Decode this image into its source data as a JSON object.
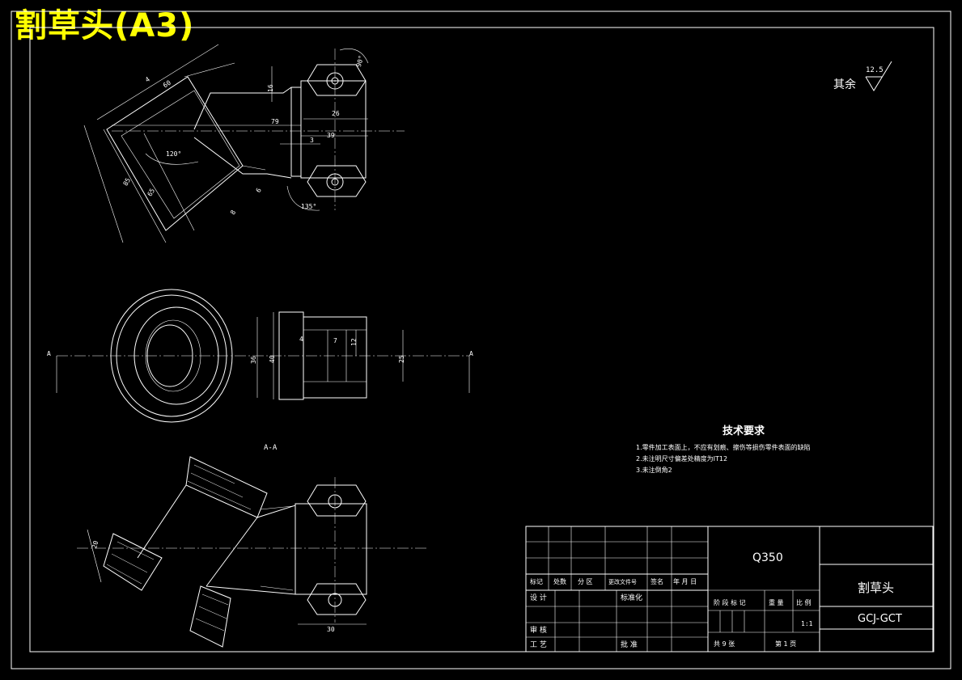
{
  "header": {
    "title": "割草头(A3)"
  },
  "roughness": {
    "label": "其余",
    "value": "12.5"
  },
  "tech_requirements": {
    "heading": "技术要求",
    "items": [
      "1.零件加工表面上，不应有划痕、擦伤等损伤零件表面的缺陷",
      "2.未注明尺寸偏差处精度为IT12",
      "3.未注倒角2"
    ]
  },
  "section_label": "A-A",
  "section_marks": {
    "left": "A",
    "right": "A"
  },
  "dimensions": {
    "top_view": [
      "60",
      "16",
      "26",
      "79",
      "39",
      "3",
      "85",
      "65",
      "8",
      "120°",
      "135°",
      "90°",
      "4",
      "6"
    ],
    "front_view": [
      "36",
      "40",
      "4",
      "7",
      "12",
      "25"
    ],
    "section_view": [
      "20",
      "30"
    ]
  },
  "title_block": {
    "material": "Q350",
    "part_name": "割草头",
    "drawing_no": "GCJ-GCT",
    "scale": "1:1",
    "row_labels": [
      "标记",
      "处数",
      "分 区",
      "更改文件号",
      "签名",
      "年 月 日"
    ],
    "design": "设 计",
    "standardize": "标准化",
    "review": "审 核",
    "process": "工 艺",
    "approve": "批 准",
    "stage_headers": [
      "阶 段 标 记",
      "重 量",
      "比 例"
    ],
    "sheets_total": "共 9 张",
    "sheet_no": "第 1 页"
  }
}
